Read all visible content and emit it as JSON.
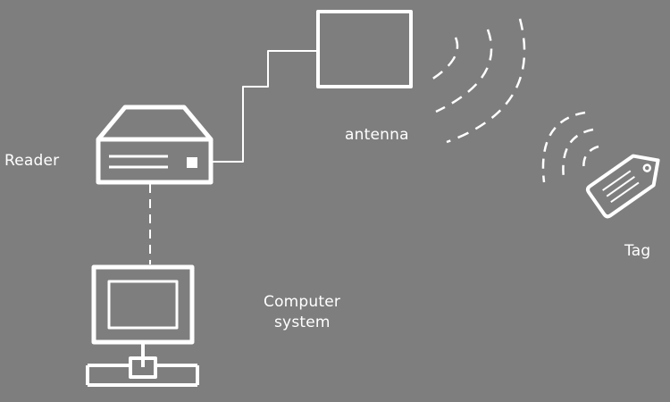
{
  "labels": {
    "reader": "Reader",
    "antenna": "antenna",
    "tag": "Tag",
    "computer_line1": "Computer",
    "computer_line2": "system"
  },
  "colors": {
    "background": "#7f7e7e",
    "stroke": "#ffffff"
  },
  "icons": {
    "reader": "rfid-reader-icon",
    "antenna": "antenna-panel-icon",
    "tag": "rfid-tag-icon",
    "computer": "computer-monitor-icon"
  }
}
